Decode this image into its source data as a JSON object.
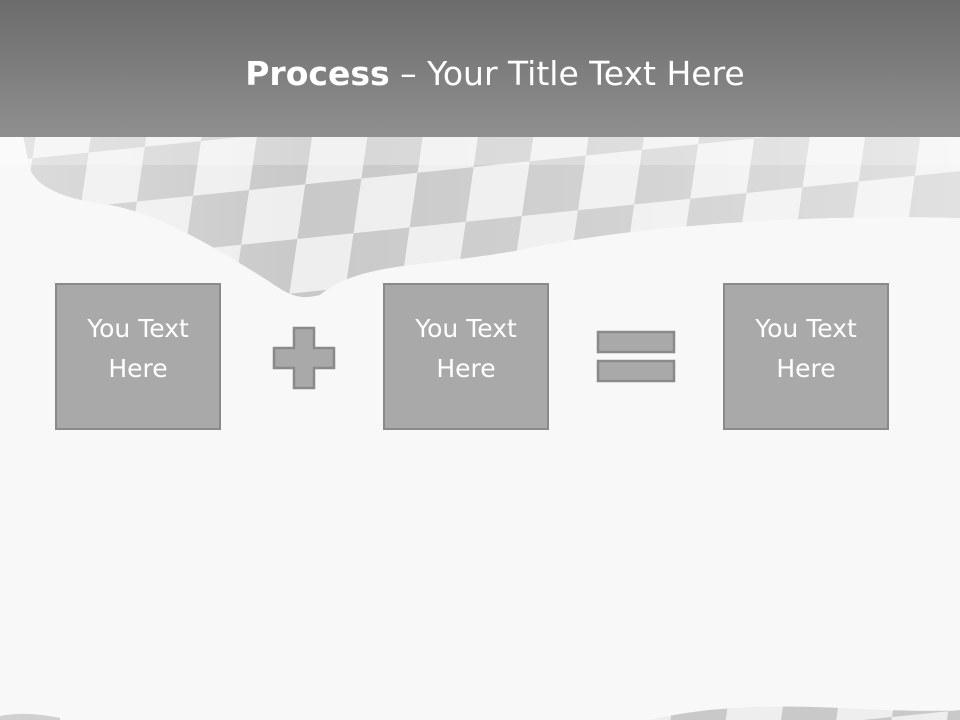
{
  "slide": {
    "title_bold": "Process",
    "title_rest": " – Your Title Text Here"
  },
  "process": {
    "boxes": [
      {
        "text": "You Text Here"
      },
      {
        "text": "You Text Here"
      },
      {
        "text": "You Text Here"
      }
    ],
    "operators": [
      "plus",
      "equals"
    ]
  },
  "colors": {
    "title_bar": "#7d7d7d",
    "box_fill": "#a9a9a9",
    "box_border": "#8a8a8a",
    "background": "#f8f8f8"
  }
}
